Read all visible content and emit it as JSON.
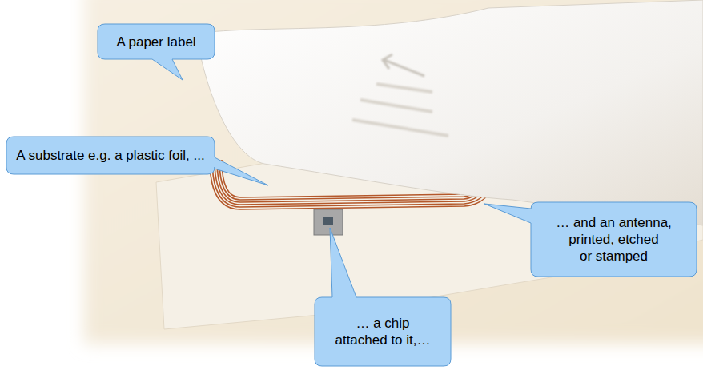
{
  "diagram": {
    "nodes": [
      {
        "text": [
          "A paper label"
        ]
      },
      {
        "text": [
          "A substrate e.g. a plastic foil, ..."
        ]
      },
      {
        "text": [
          "… and an antenna, printed, etched or stamped"
        ]
      },
      {
        "text": [
          "… a chip attached to it,…"
        ]
      }
    ]
  }
}
